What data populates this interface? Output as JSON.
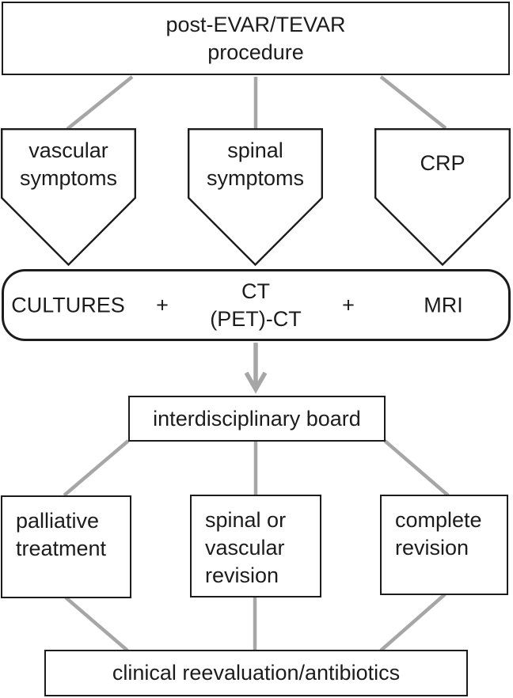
{
  "diagram": {
    "type": "flowchart",
    "colors": {
      "border": "#1c1c1c",
      "text": "#1c1c1c",
      "connector": "#a6a6a6",
      "background": "#ffffff"
    },
    "nodes": {
      "procedure": {
        "lines": [
          "post-EVAR/TEVAR",
          "procedure"
        ]
      },
      "vascular_symptoms": {
        "lines": [
          "vascular",
          "symptoms"
        ]
      },
      "spinal_symptoms": {
        "lines": [
          "spinal",
          "symptoms"
        ]
      },
      "crp": {
        "label": "CRP"
      },
      "diagnostics": {
        "cultures": "CULTURES",
        "plus_1": "+",
        "ct_top": "CT",
        "ct_bottom": "(PET)-CT",
        "plus_2": "+",
        "mri": "MRI"
      },
      "board": {
        "label": "interdisciplinary board"
      },
      "palliative": {
        "lines": [
          "palliative",
          "treatment"
        ]
      },
      "spinal_vascular_revision": {
        "lines": [
          "spinal or",
          "vascular",
          "revision"
        ]
      },
      "complete_revision": {
        "lines": [
          "complete",
          "revision"
        ]
      },
      "reevaluation": {
        "label": "clinical reevaluation/antibiotics"
      }
    },
    "edges": [
      [
        "procedure",
        "vascular_symptoms"
      ],
      [
        "procedure",
        "spinal_symptoms"
      ],
      [
        "procedure",
        "crp"
      ],
      [
        "vascular_symptoms",
        "diagnostics"
      ],
      [
        "spinal_symptoms",
        "diagnostics"
      ],
      [
        "crp",
        "diagnostics"
      ],
      [
        "diagnostics",
        "board"
      ],
      [
        "board",
        "palliative"
      ],
      [
        "board",
        "spinal_vascular_revision"
      ],
      [
        "board",
        "complete_revision"
      ],
      [
        "palliative",
        "reevaluation"
      ],
      [
        "spinal_vascular_revision",
        "reevaluation"
      ],
      [
        "complete_revision",
        "reevaluation"
      ]
    ]
  }
}
